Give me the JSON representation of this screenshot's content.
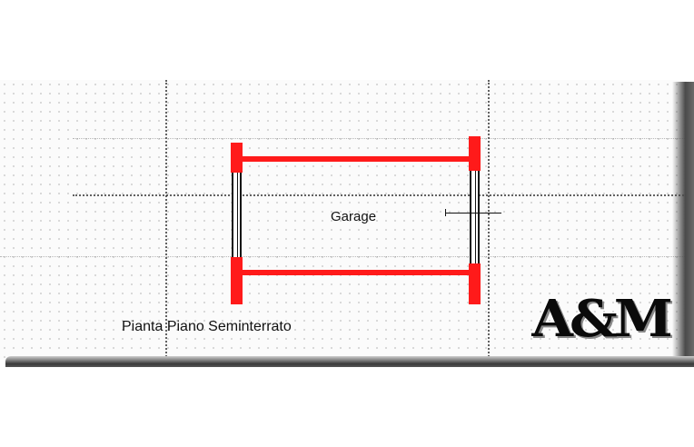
{
  "plan": {
    "room_label": "Garage",
    "title": "Pianta Piano Seminterrato"
  },
  "logo": {
    "text": "A&M"
  },
  "colors": {
    "wall": "#ff1a1a",
    "background": "#ffffff",
    "ink": "#111111"
  }
}
